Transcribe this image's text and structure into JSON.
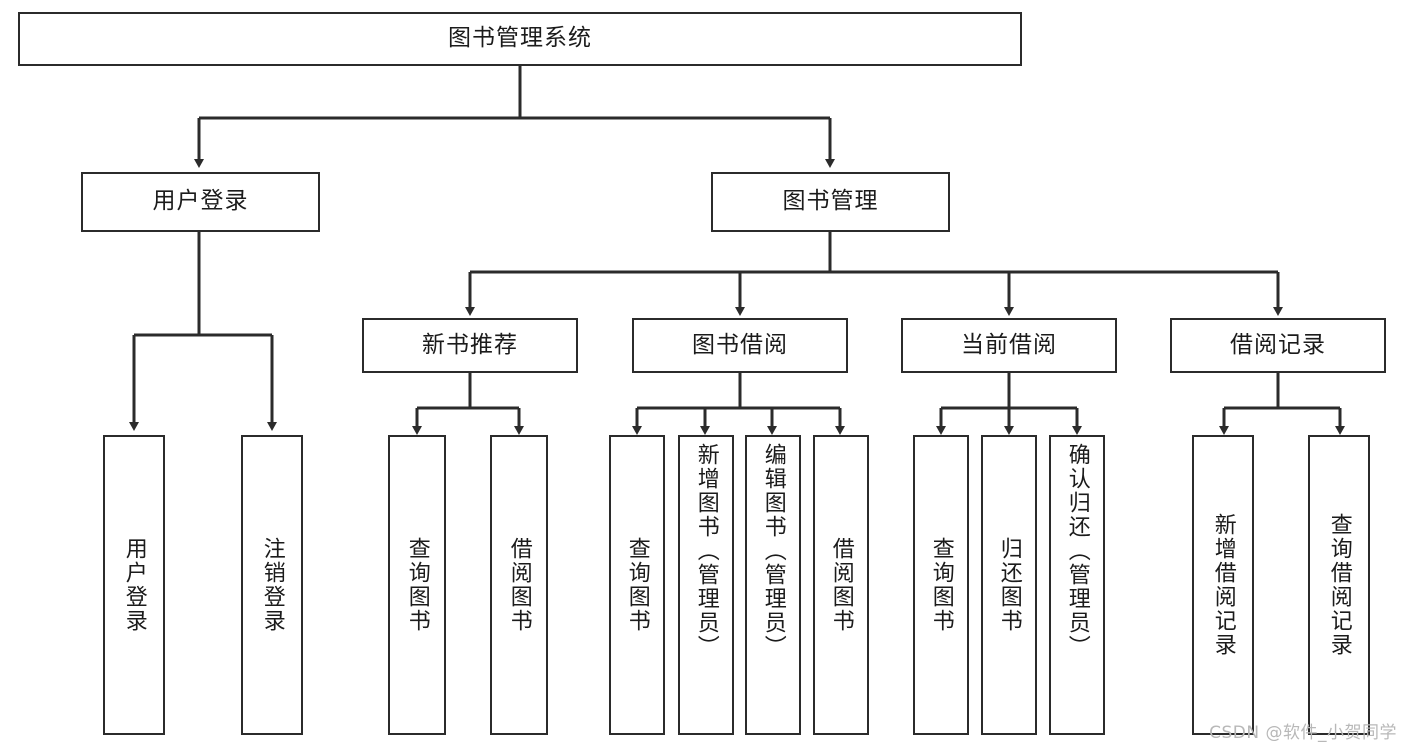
{
  "diagram": {
    "title": "图书管理系统",
    "type": "tree-hierarchy-chart",
    "root": {
      "label": "图书管理系统"
    },
    "level2": [
      {
        "label": "用户登录"
      },
      {
        "label": "图书管理"
      }
    ],
    "level3": [
      {
        "label": "新书推荐"
      },
      {
        "label": "图书借阅"
      },
      {
        "label": "当前借阅"
      },
      {
        "label": "借阅记录"
      }
    ],
    "leaves": {
      "user_login": [
        {
          "label": "用户登录"
        },
        {
          "label": "注销登录"
        }
      ],
      "new_book_recommend": [
        {
          "label": "查询图书"
        },
        {
          "label": "借阅图书"
        }
      ],
      "book_borrow": [
        {
          "label": "查询图书"
        },
        {
          "label": "新增图书（管理员）"
        },
        {
          "label": "编辑图书（管理员）"
        },
        {
          "label": "借阅图书"
        }
      ],
      "current_borrow": [
        {
          "label": "查询图书"
        },
        {
          "label": "归还图书"
        },
        {
          "label": "确认归还（管理员）"
        }
      ],
      "borrow_record": [
        {
          "label": "新增借阅记录"
        },
        {
          "label": "查询借阅记录"
        }
      ]
    }
  },
  "watermark": {
    "text": "CSDN @软件_小贺同学"
  },
  "colors": {
    "stroke": "#2b2b2b",
    "background": "#ffffff",
    "text": "#1b1b1b",
    "watermark": "#b8b8b8"
  }
}
